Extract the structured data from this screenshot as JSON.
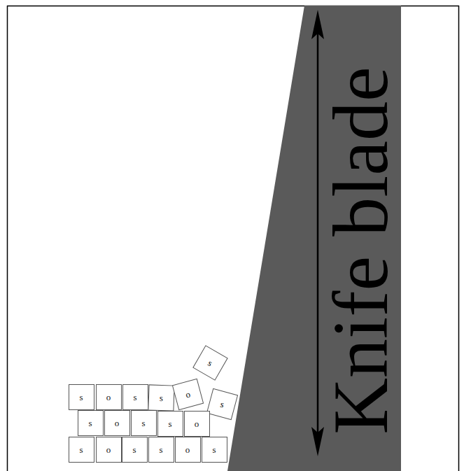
{
  "diagram": {
    "nodes": [
      {
        "text": [
          "Knife blade"
        ]
      },
      {
        "text": [
          "s"
        ]
      },
      {
        "text": [
          "s"
        ]
      },
      {
        "text": [
          "o"
        ]
      },
      {
        "text": [
          "s"
        ]
      },
      {
        "text": [
          "s"
        ]
      },
      {
        "text": [
          "o"
        ]
      },
      {
        "text": [
          "s"
        ]
      },
      {
        "text": [
          "s"
        ]
      },
      {
        "text": [
          "o"
        ]
      },
      {
        "text": [
          "s"
        ]
      },
      {
        "text": [
          "s"
        ]
      },
      {
        "text": [
          "o"
        ]
      },
      {
        "text": [
          "s"
        ]
      },
      {
        "text": [
          "o"
        ]
      },
      {
        "text": [
          "s"
        ]
      },
      {
        "text": [
          "s"
        ]
      },
      {
        "text": [
          "o"
        ]
      },
      {
        "text": [
          "s"
        ]
      }
    ]
  }
}
